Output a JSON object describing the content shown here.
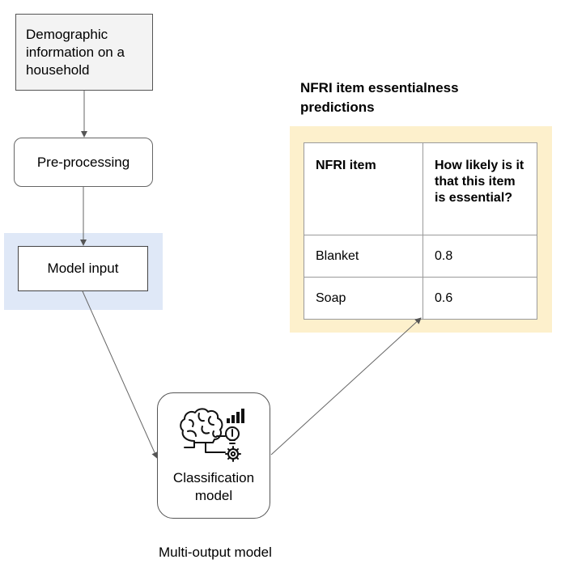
{
  "nodes": {
    "demographic": "Demographic information on a household",
    "preprocessing": "Pre-processing",
    "model_input": "Model input",
    "classification_model": "Classification model"
  },
  "multi_output_label": "Multi-output model",
  "predictions": {
    "title": "NFRI item essentialness predictions",
    "headers": [
      "NFRI item",
      "How likely is it that this item is essential?"
    ],
    "rows": [
      {
        "item": "Blanket",
        "likelihood": "0.8"
      },
      {
        "item": "Soap",
        "likelihood": "0.6"
      }
    ]
  },
  "colors": {
    "input_highlight": "#dfe8f7",
    "table_highlight": "#fdf0cc",
    "demographic_fill": "#f3f3f3"
  },
  "icons": [
    "brain-ai-icon"
  ]
}
